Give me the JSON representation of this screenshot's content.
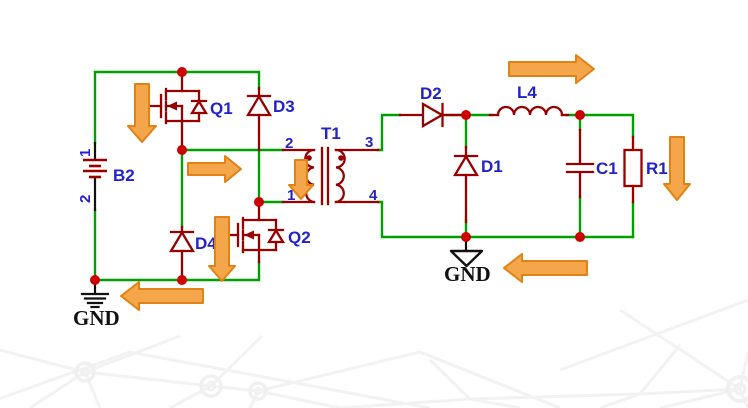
{
  "diagram_type": "circuit-schematic",
  "colors": {
    "wire_green": "#00a000",
    "component_maroon": "#990000",
    "label_blue": "#2222cc",
    "junction_red": "#cc0000",
    "arrow_orange_fill": "#f5a54a",
    "arrow_orange_stroke": "#e08214",
    "ground_black": "#111111",
    "background": "#ffffff",
    "bg_pattern_gray": "#f2f2f2"
  },
  "components": {
    "battery": {
      "label": "B2",
      "pin_top": "1",
      "pin_bottom": "2"
    },
    "mosfet_q1": {
      "label": "Q1"
    },
    "mosfet_q2": {
      "label": "Q2"
    },
    "diode_d1": {
      "label": "D1"
    },
    "diode_d2": {
      "label": "D2"
    },
    "diode_d3": {
      "label": "D3"
    },
    "diode_d4": {
      "label": "D4"
    },
    "transformer": {
      "label": "T1",
      "pin_top_left": "2",
      "pin_top_right": "3",
      "pin_bottom_left": "1",
      "pin_bottom_right": "4"
    },
    "inductor": {
      "label": "L4"
    },
    "capacitor": {
      "label": "C1"
    },
    "resistor": {
      "label": "R1"
    },
    "ground_left": {
      "label": "GND"
    },
    "ground_right": {
      "label": "GND"
    }
  },
  "flow_arrows": [
    {
      "id": "arrow-down-q1",
      "direction": "down",
      "location": "left of Q1"
    },
    {
      "id": "arrow-right-primary",
      "direction": "right",
      "location": "between Q1 source node and transformer"
    },
    {
      "id": "arrow-down-primary-winding",
      "direction": "down",
      "location": "over transformer primary winding"
    },
    {
      "id": "arrow-right-above-l4",
      "direction": "right",
      "location": "above inductor L4"
    },
    {
      "id": "arrow-down-load",
      "direction": "down",
      "location": "right of resistor R1"
    },
    {
      "id": "arrow-left-secondary-return",
      "direction": "left",
      "location": "right of secondary GND"
    },
    {
      "id": "arrow-down-q2",
      "direction": "down",
      "location": "between D4 and Q2"
    },
    {
      "id": "arrow-left-primary-return",
      "direction": "left",
      "location": "right of primary GND"
    }
  ]
}
